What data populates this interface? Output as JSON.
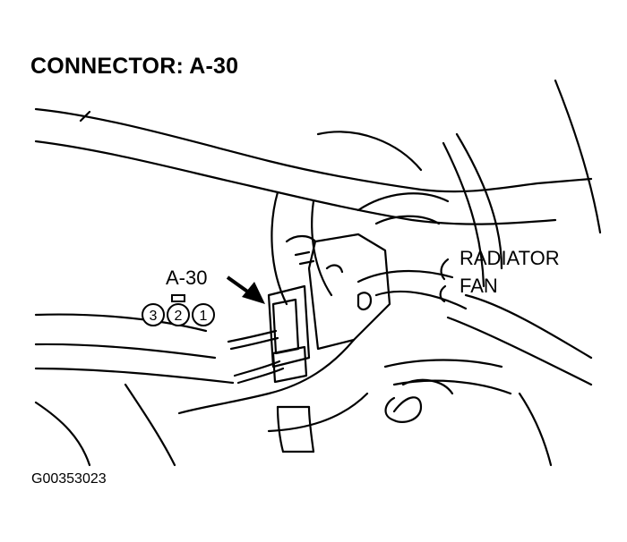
{
  "title": "CONNECTOR: A-30",
  "callout_label": "A-30",
  "component_label_line1": "RADIATOR",
  "component_label_line2": "FAN",
  "pins": [
    "3",
    "2",
    "1"
  ],
  "figure_id": "G00353023",
  "colors": {
    "line": "#000000",
    "background": "#ffffff"
  }
}
